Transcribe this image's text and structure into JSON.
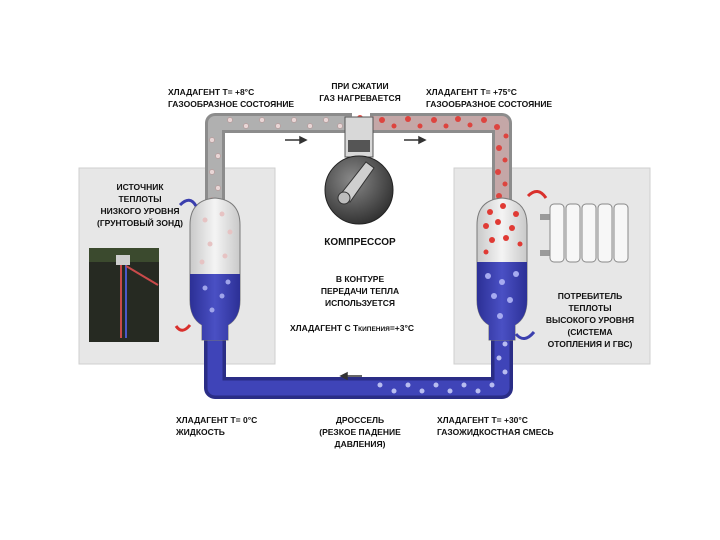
{
  "labels": {
    "refrigerant_top_left": [
      "ХЛАДАГЕНТ  t= +8°C",
      "ГАЗООБРАЗНОЕ СОСТОЯНИЕ"
    ],
    "compression": [
      "ПРИ СЖАТИИ",
      "ГАЗ НАГРЕВАЕТСЯ"
    ],
    "refrigerant_top_right": [
      "ХЛАДАГЕНТ  t= +75°C",
      "ГАЗООБРАЗНОЕ СОСТОЯНИЕ"
    ],
    "heat_source": [
      "ИСТОЧНИК",
      "ТЕПЛОТЫ",
      "НИЗКОГО УРОВНЯ",
      "(ГРУНТОВЫЙ ЗОНД)"
    ],
    "compressor": "КОМПРЕССОР",
    "circuit_note": [
      "В КОНТУРЕ",
      "ПЕРЕДАЧИ ТЕПЛА",
      "ИСПОЛЬЗУЕТСЯ"
    ],
    "boiling_prefix": "ХЛАДАГЕНТ С t",
    "boiling_sub": "КИПЕНИЯ",
    "boiling_value": "=+3°C",
    "heat_consumer": [
      "ПОТРЕБИТЕЛЬ",
      "ТЕПЛОТЫ",
      "ВЫСОКОГО УРОВНЯ",
      "(СИСТЕМА",
      "ОТОПЛЕНИЯ И ГВС)"
    ],
    "refrigerant_bottom_left": [
      "ХЛАДАГЕНТ  t= 0°C",
      "ЖИДКОСТЬ"
    ],
    "throttle": [
      "ДРОССЕЛЬ",
      "(РЕЗКОЕ ПАДЕНИЕ",
      "ДАВЛЕНИЯ)"
    ],
    "refrigerant_bottom_right": [
      "ХЛАДАГЕНТ  t= +30°C",
      "ГАЗОЖИДКОСТНАЯ СМЕСЬ"
    ]
  },
  "colors": {
    "hot_gas": "#d9302c",
    "cold_liquid": "#3b3fae",
    "pipe_neutral": "#9e9e9e",
    "panel": "#e7e7e7"
  }
}
